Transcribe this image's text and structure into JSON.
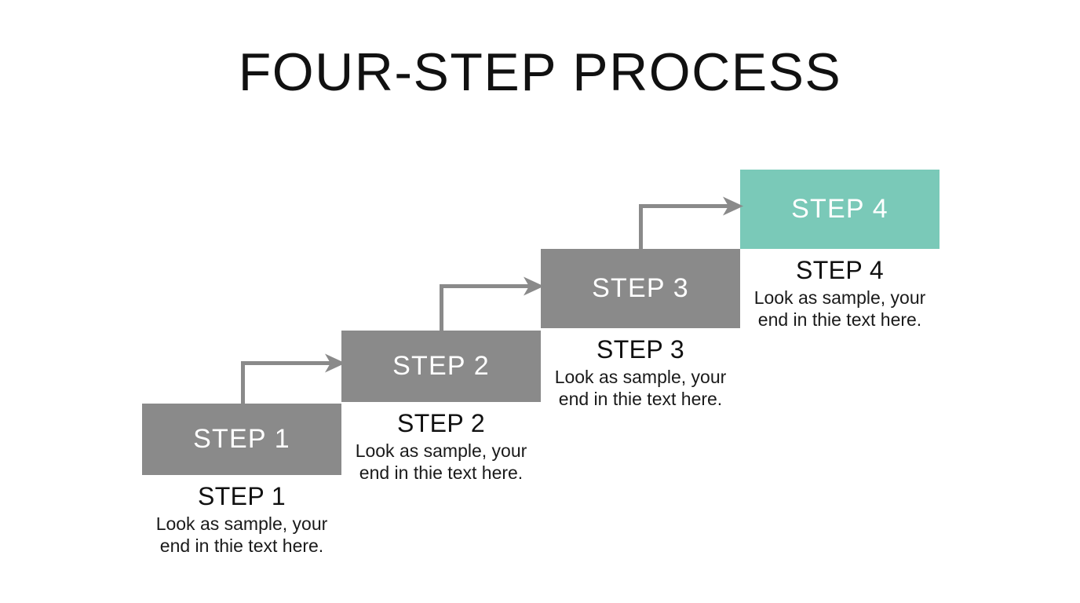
{
  "slide": {
    "title": "FOUR-STEP PROCESS",
    "background_color": "#ffffff"
  },
  "colors": {
    "step_gray": "#8a8a8a",
    "step_accent_green": "#7ac9b8",
    "connector_gray": "#8a8a8a",
    "box_label_text": "#ffffff",
    "caption_title_text": "#111111",
    "caption_desc_text": "#1a1a1a"
  },
  "steps": [
    {
      "box_label": "STEP 1",
      "caption_title": "STEP 1",
      "caption_desc": "Look as sample, your\nend in thie text here.",
      "color": "#8a8a8a"
    },
    {
      "box_label": "STEP 2",
      "caption_title": "STEP 2",
      "caption_desc": "Look as sample, your\nend in thie text here.",
      "color": "#8a8a8a"
    },
    {
      "box_label": "STEP 3",
      "caption_title": "STEP 3",
      "caption_desc": "Look as sample, your\nend in thie text here.",
      "color": "#8a8a8a"
    },
    {
      "box_label": "STEP 4",
      "caption_title": "STEP 4",
      "caption_desc": "Look as sample, your\nend in thie text here.",
      "color": "#7ac9b8"
    }
  ],
  "connectors": [
    {
      "from": "STEP 1",
      "to": "STEP 2"
    },
    {
      "from": "STEP 2",
      "to": "STEP 3"
    },
    {
      "from": "STEP 3",
      "to": "STEP 4"
    }
  ]
}
